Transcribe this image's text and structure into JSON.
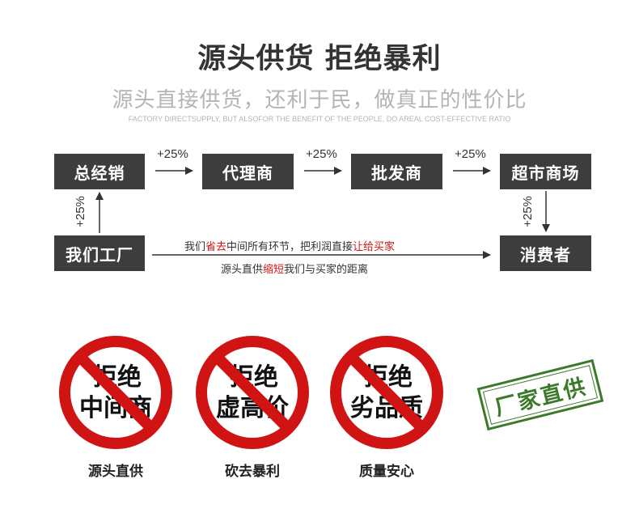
{
  "header": {
    "title": "源头供货 拒绝暴利",
    "subtitle": "源头直接供货，还利于民，做真正的性价比",
    "tagline": "FACTORY DIRECTSUPPLY, BUT ALSOFOR THE BENEFIT OF THE PEOPLE, DO AREAL COST-EFFECTIVE RATIO"
  },
  "flow": {
    "boxes": {
      "distributor": "总经销",
      "agent": "代理商",
      "wholesaler": "批发商",
      "supermarket": "超市商场",
      "factory": "我们工厂",
      "consumer": "消费者"
    },
    "markups": {
      "m1": "+25%",
      "m2": "+25%",
      "m3": "+25%",
      "left_vertical": "+25%",
      "right_vertical": "+25%"
    },
    "note_line1": {
      "a": "我们",
      "b": "省去",
      "c": "中间所有环节，把利润直接",
      "d": "让给买家"
    },
    "note_line2": {
      "a": "源头直供",
      "b": "缩短",
      "c": "我们与买家的距离"
    }
  },
  "signs": [
    {
      "line1": "拒绝",
      "line2": "中间商",
      "caption": "源头直供"
    },
    {
      "line1": "拒绝",
      "line2": "虚高价",
      "caption": "砍去暴利"
    },
    {
      "line1": "拒绝",
      "line2": "劣品质",
      "caption": "质量安心"
    }
  ],
  "stamp": {
    "label": "厂家直供"
  },
  "colors": {
    "box": "#3d3d3d",
    "prohibit": "#d01414",
    "stamp": "#3b7a2b",
    "highlight": "#d01414"
  }
}
